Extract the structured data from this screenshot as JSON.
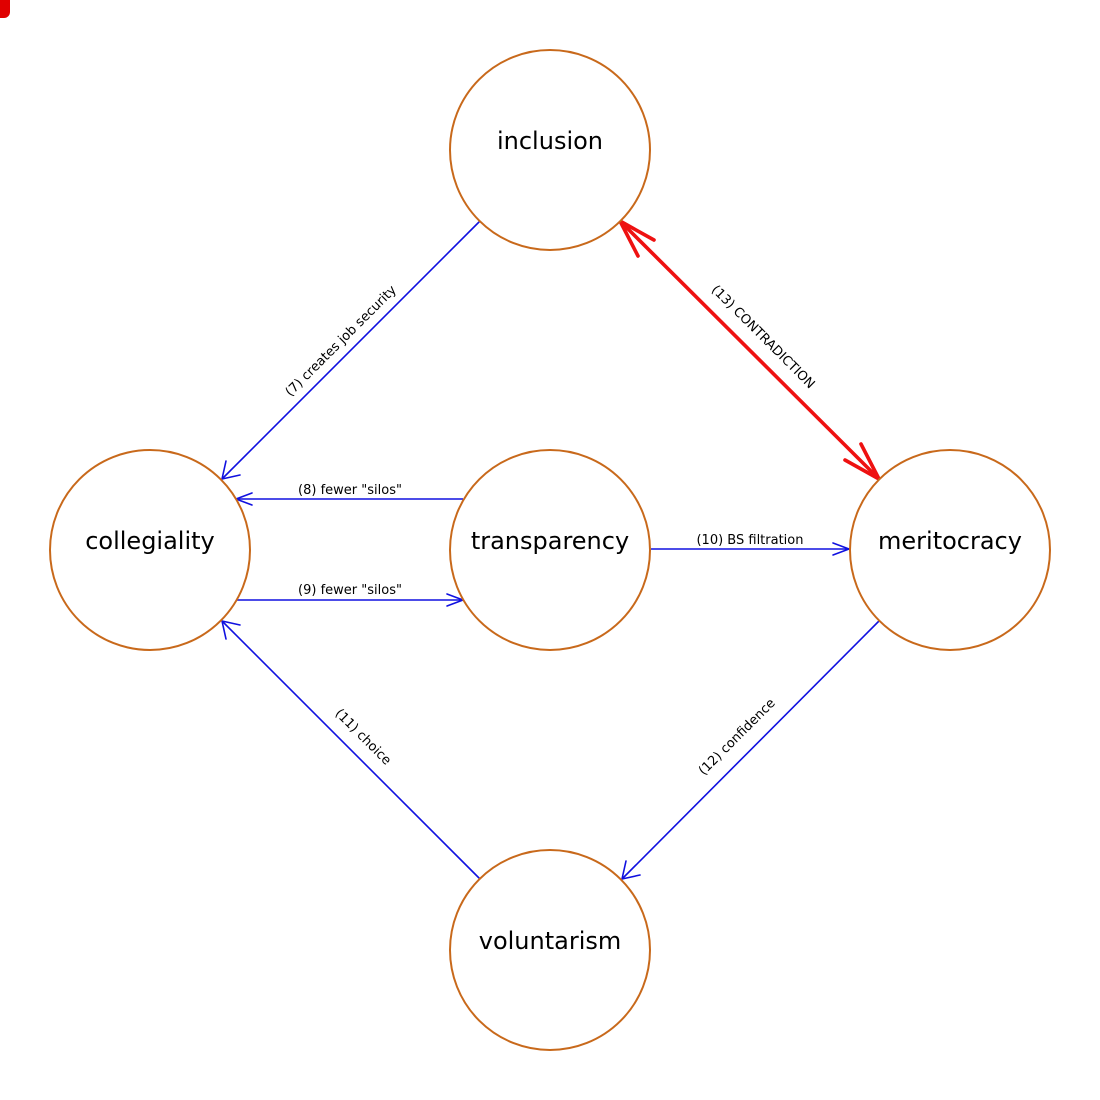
{
  "nodes": {
    "inclusion": {
      "label": "inclusion"
    },
    "collegiality": {
      "label": "collegiality"
    },
    "transparency": {
      "label": "transparency"
    },
    "meritocracy": {
      "label": "meritocracy"
    },
    "voluntarism": {
      "label": "voluntarism"
    }
  },
  "edges": {
    "e7": {
      "label": "(7) creates job security",
      "from": "inclusion",
      "to": "collegiality",
      "color": "#1010e0"
    },
    "e8": {
      "label": "(8) fewer \"silos\"",
      "from": "transparency",
      "to": "collegiality",
      "color": "#1010e0"
    },
    "e9": {
      "label": "(9) fewer \"silos\"",
      "from": "collegiality",
      "to": "transparency",
      "color": "#1010e0"
    },
    "e10": {
      "label": "(10) BS filtration",
      "from": "transparency",
      "to": "meritocracy",
      "color": "#1010e0"
    },
    "e11": {
      "label": "(11) choice",
      "from": "voluntarism",
      "to": "collegiality",
      "color": "#1010e0"
    },
    "e12": {
      "label": "(12) confidence",
      "from": "meritocracy",
      "to": "voluntarism",
      "color": "#1010e0"
    },
    "e13": {
      "label": "(13) CONTRADICTION",
      "from": "inclusion",
      "to": "meritocracy",
      "bidirectional": true,
      "color": "#ee1111"
    }
  },
  "colors": {
    "node_stroke": "#c8691b",
    "edge_default": "#1010e0",
    "edge_contradiction": "#ee1111",
    "corner_mark": "#e00000"
  }
}
